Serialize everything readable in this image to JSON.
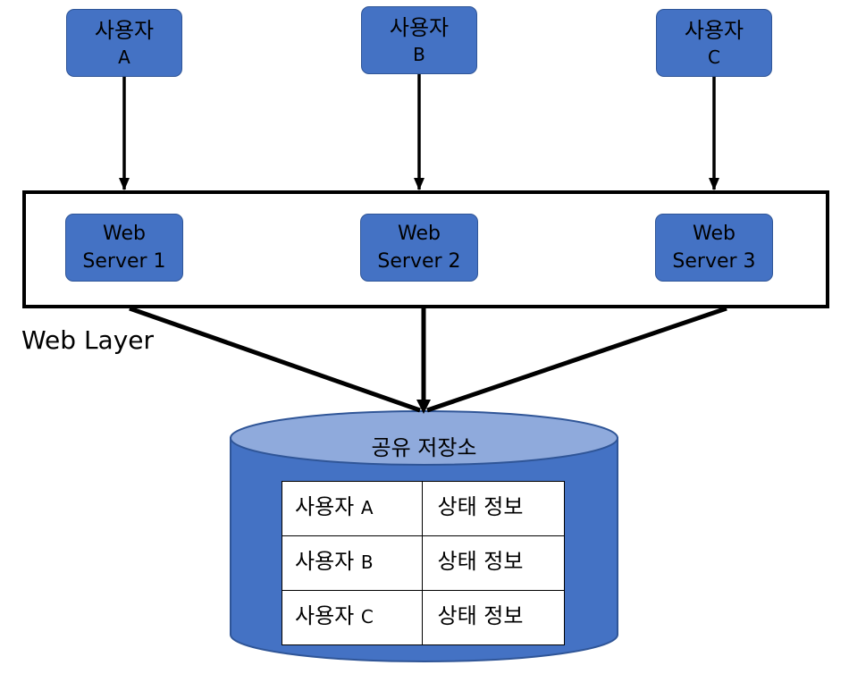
{
  "users": [
    {
      "label": "사용자",
      "id": "A"
    },
    {
      "label": "사용자",
      "id": "B"
    },
    {
      "label": "사용자",
      "id": "C"
    }
  ],
  "servers": [
    {
      "line1": "Web",
      "line2": "Server 1"
    },
    {
      "line1": "Web",
      "line2": "Server 2"
    },
    {
      "line1": "Web",
      "line2": "Server 3"
    }
  ],
  "web_layer_label": "Web Layer",
  "storage": {
    "title": "공유 저장소",
    "rows": [
      {
        "user": "사용자",
        "id": "A",
        "state": "상태 정보"
      },
      {
        "user": "사용자",
        "id": "B",
        "state": "상태 정보"
      },
      {
        "user": "사용자",
        "id": "C",
        "state": "상태 정보"
      }
    ]
  },
  "colors": {
    "box_fill": "#4472C4",
    "box_border": "#2F5597",
    "cylinder_top": "#8FAADC",
    "line": "#000000"
  }
}
